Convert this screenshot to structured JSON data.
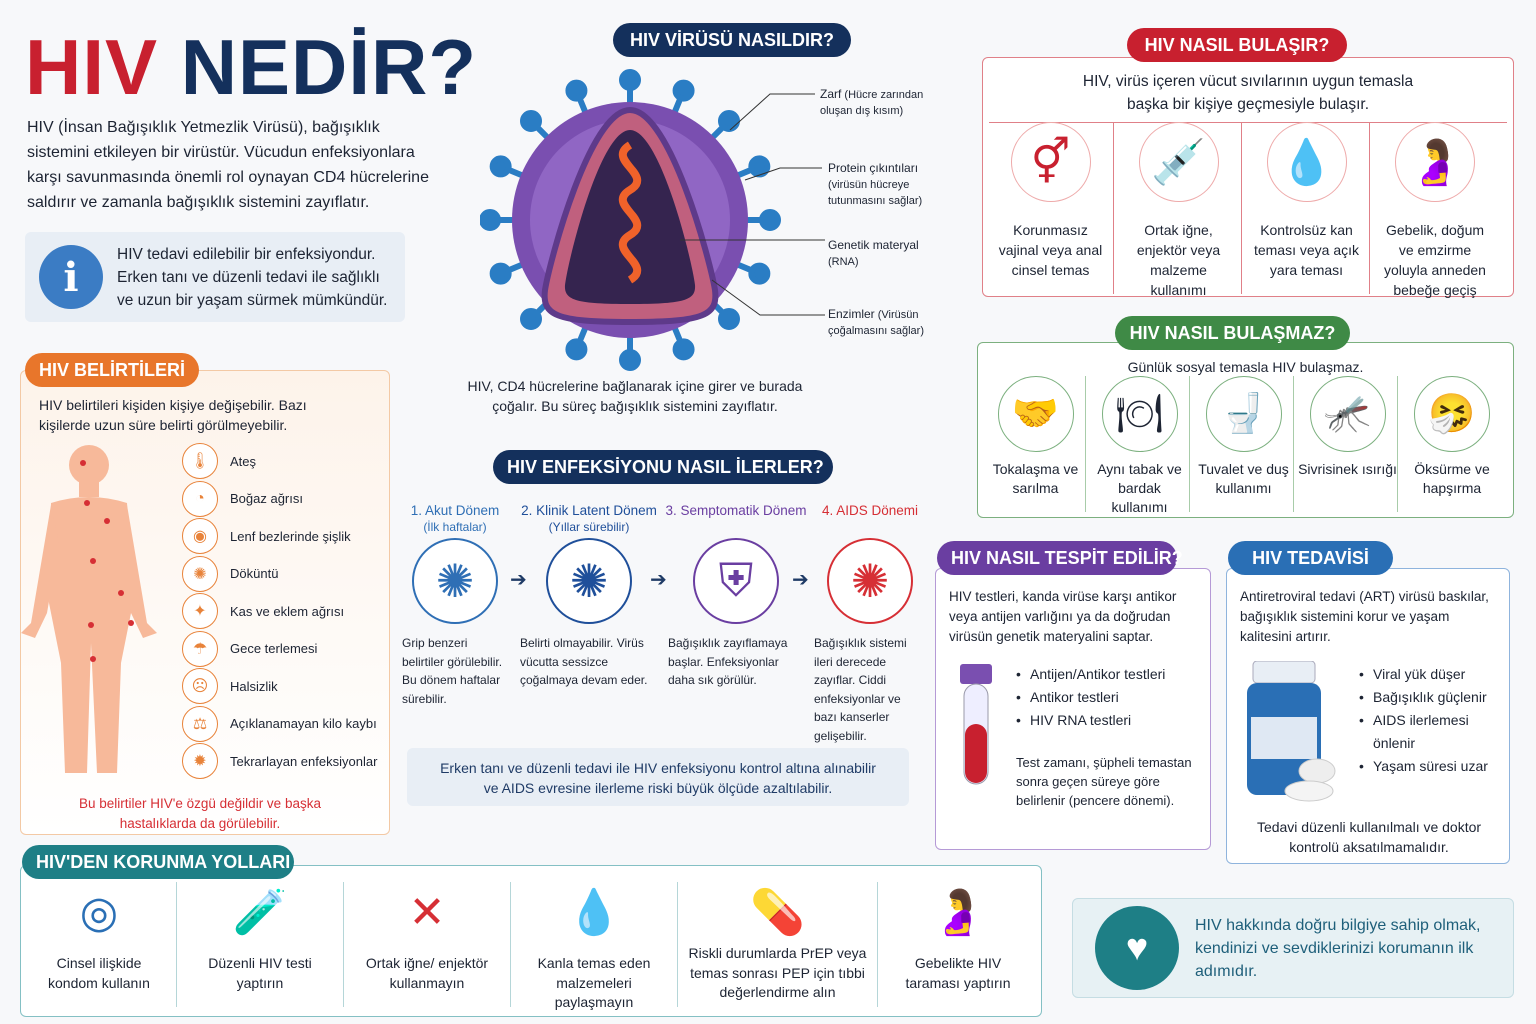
{
  "title": {
    "part1": "HIV",
    "part2": "NEDİR?",
    "color1": "#c8202f",
    "color2": "#14305c"
  },
  "intro": "HIV (İnsan Bağışıklık Yetmezlik Virüsü), bağışıklık sistemini etkileyen bir virüstür. Vücudun enfeksiyonlara karşı savunmasında önemli rol oynayan CD4 hücrelerine saldırır ve zamanla bağışıklık sistemini zayıflatır.",
  "info_box": {
    "icon": "info-icon",
    "text": "HIV tedavi edilebilir bir enfeksiyondur. Erken tanı ve düzenli tedavi ile sağlıklı ve uzun bir yaşam sürmek mümkündür."
  },
  "symptoms": {
    "header": "HIV BELİRTİLERİ",
    "intro": "HIV belirtileri kişiden kişiye değişebilir. Bazı kişilerde uzun süre belirti görülmeyebilir.",
    "items": [
      {
        "label": "Ateş",
        "icon": "thermometer-icon"
      },
      {
        "label": "Boğaz ağrısı",
        "icon": "throat-icon"
      },
      {
        "label": "Lenf bezlerinde şişlik",
        "icon": "lymph-icon"
      },
      {
        "label": "Döküntü",
        "icon": "rash-icon"
      },
      {
        "label": "Kas ve eklem ağrısı",
        "icon": "joint-icon"
      },
      {
        "label": "Gece terlemesi",
        "icon": "sweat-icon"
      },
      {
        "label": "Halsizlik",
        "icon": "fatigue-icon"
      },
      {
        "label": "Açıklanamayan kilo kaybı",
        "icon": "scale-icon"
      },
      {
        "label": "Tekrarlayan enfeksiyonlar",
        "icon": "germ-icon"
      }
    ],
    "note": "Bu belirtiler HIV'e özgü değildir ve başka hastalıklarda da görülebilir."
  },
  "virus": {
    "header": "HIV VİRÜSÜ NASILDIR?",
    "labels": [
      {
        "title": "Zarf",
        "desc": "(Hücre zarından oluşan dış kısım)"
      },
      {
        "title": "Protein çıkıntıları",
        "desc": "(virüsün hücreye tutunmasını sağlar)"
      },
      {
        "title": "Genetik materyal",
        "desc": "(RNA)"
      },
      {
        "title": "Enzimler",
        "desc": "(Virüsün çoğalmasını sağlar)"
      }
    ],
    "caption": "HIV, CD4 hücrelerine bağlanarak içine girer ve burada çoğalır. Bu süreç bağışıklık sistemini zayıflatır."
  },
  "progression": {
    "header": "HIV ENFEKSİYONU NASIL İLERLER?",
    "stages": [
      {
        "title": "1. Akut Dönem",
        "sub": "(İlk haftalar)",
        "desc": "Grip benzeri belirtiler görülebilir. Bu dönem haftalar sürebilir.",
        "color": "#2f6fb5"
      },
      {
        "title": "2. Klinik Latent Dönem",
        "sub": "(Yıllar sürebilir)",
        "desc": "Belirti olmayabilir. Virüs vücutta sessizce çoğalmaya devam eder.",
        "color": "#1f4f9a"
      },
      {
        "title": "3. Semptomatik Dönem",
        "sub": "",
        "desc": "Bağışıklık zayıflamaya başlar. Enfeksiyonlar daha sık görülür.",
        "color": "#6a3ea1"
      },
      {
        "title": "4. AIDS Dönemi",
        "sub": "",
        "desc": "Bağışıklık sistemi ileri derecede zayıflar. Ciddi enfeksiyonlar ve bazı kanserler gelişebilir.",
        "color": "#d62f35"
      }
    ],
    "note": "Erken tanı ve düzenli tedavi ile HIV enfeksiyonu kontrol altına alınabilir ve AIDS evresine ilerleme riski büyük ölçüde azaltılabilir."
  },
  "transmission": {
    "header": "HIV NASIL BULAŞIR?",
    "intro": "HIV, virüs içeren vücut sıvılarının uygun temasla başka bir kişiye geçmesiyle bulaşır.",
    "items": [
      {
        "label": "Korunmasız vajinal veya anal cinsel temas",
        "icon": "gender-symbols-icon"
      },
      {
        "label": "Ortak iğne, enjektör veya malzeme kullanımı",
        "icon": "syringe-icon"
      },
      {
        "label": "Kontrolsüz kan teması veya açık yara teması",
        "icon": "blood-drop-icon"
      },
      {
        "label": "Gebelik, doğum ve emzirme yoluyla anneden bebeğe geçiş",
        "icon": "pregnant-icon"
      }
    ]
  },
  "non_transmission": {
    "header": "HIV NASIL BULAŞMAZ?",
    "intro": "Günlük sosyal temasla HIV bulaşmaz.",
    "items": [
      {
        "label": "Tokalaşma ve sarılma",
        "icon": "handshake-icon"
      },
      {
        "label": "Aynı tabak ve bardak kullanımı",
        "icon": "plate-icon"
      },
      {
        "label": "Tuvalet ve duş kullanımı",
        "icon": "toilet-icon"
      },
      {
        "label": "Sivrisinek ısırığı",
        "icon": "mosquito-icon"
      },
      {
        "label": "Öksürme ve hapşırma",
        "icon": "cough-icon"
      }
    ]
  },
  "testing": {
    "header": "HIV NASIL TESPİT EDİLİR?",
    "intro": "HIV testleri, kanda virüse karşı antikor veya antijen varlığını ya da doğrudan virüsün genetik materyalini saptar.",
    "tests": [
      "Antijen/Antikor testleri",
      "Antikor testleri",
      "HIV RNA testleri"
    ],
    "note": "Test zamanı, şüpheli temastan sonra geçen süreye göre belirlenir (pencere dönemi)."
  },
  "treatment": {
    "header": "HIV TEDAVİSİ",
    "intro": "Antiretroviral tedavi (ART) virüsü baskılar, bağışıklık sistemini korur ve yaşam kalitesini artırır.",
    "benefits": [
      "Viral yük düşer",
      "Bağışıklık güçlenir",
      "AIDS ilerlemesi önlenir",
      "Yaşam süresi uzar"
    ],
    "note": "Tedavi düzenli kullanılmalı ve doktor kontrolü aksatılmamalıdır."
  },
  "prevention": {
    "header": "HIV'DEN KORUNMA YOLLARI",
    "items": [
      {
        "label": "Cinsel ilişkide kondom kullanın",
        "icon": "condom-icon"
      },
      {
        "label": "Düzenli HIV testi yaptırın",
        "icon": "test-tubes-icon"
      },
      {
        "label": "Ortak iğne/ enjektör kullanmayın",
        "icon": "no-syringe-icon"
      },
      {
        "label": "Kanla temas eden malzemeleri paylaşmayın",
        "icon": "blood-drop-icon"
      },
      {
        "label": "Riskli durumlarda PrEP veya temas sonrası PEP için tıbbi değerlendirme alın",
        "icon": "pills-icon"
      },
      {
        "label": "Gebelikte HIV taraması yaptırın",
        "icon": "pregnant-icon"
      }
    ]
  },
  "closing": {
    "icon": "heart-hands-icon",
    "text": "HIV hakkında doğru bilgiye sahip olmak, kendinizi ve sevdiklerinizi korumanın ilk adımıdır."
  }
}
